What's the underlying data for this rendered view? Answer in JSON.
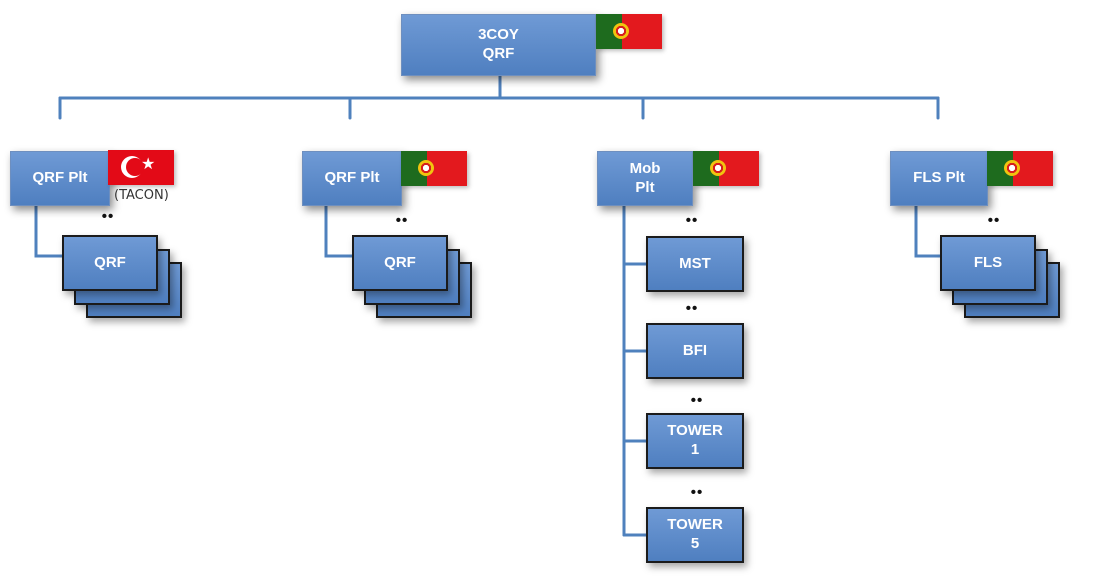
{
  "hq": {
    "label": "3COY\nQRF"
  },
  "platoons": [
    {
      "label": "QRF Plt",
      "note": "(TACON)"
    },
    {
      "label": "QRF Plt"
    },
    {
      "label": "Mob\nPlt"
    },
    {
      "label": "FLS Plt"
    }
  ],
  "subunits": {
    "qrf_1": {
      "label": "QRF",
      "size": "••"
    },
    "qrf_2": {
      "label": "QRF",
      "size": "••"
    },
    "mst": {
      "label": "MST",
      "size": "••"
    },
    "bfi": {
      "label": "BFI",
      "size": "••"
    },
    "tower_1": {
      "label": "TOWER\n1",
      "size": "••"
    },
    "tower_5": {
      "label": "TOWER\n5",
      "size": "••"
    },
    "fls": {
      "label": "FLS",
      "size": "••"
    }
  },
  "flags": {
    "hq": "portugal-flag",
    "platoon_1": "turkey-flag",
    "platoon_2": "portugal-flag",
    "platoon_3": "portugal-flag",
    "platoon_4": "portugal-flag"
  },
  "colors": {
    "box_fill": "#5b88c8",
    "connector": "#4f81bd",
    "outline": "#1b1b1b"
  }
}
